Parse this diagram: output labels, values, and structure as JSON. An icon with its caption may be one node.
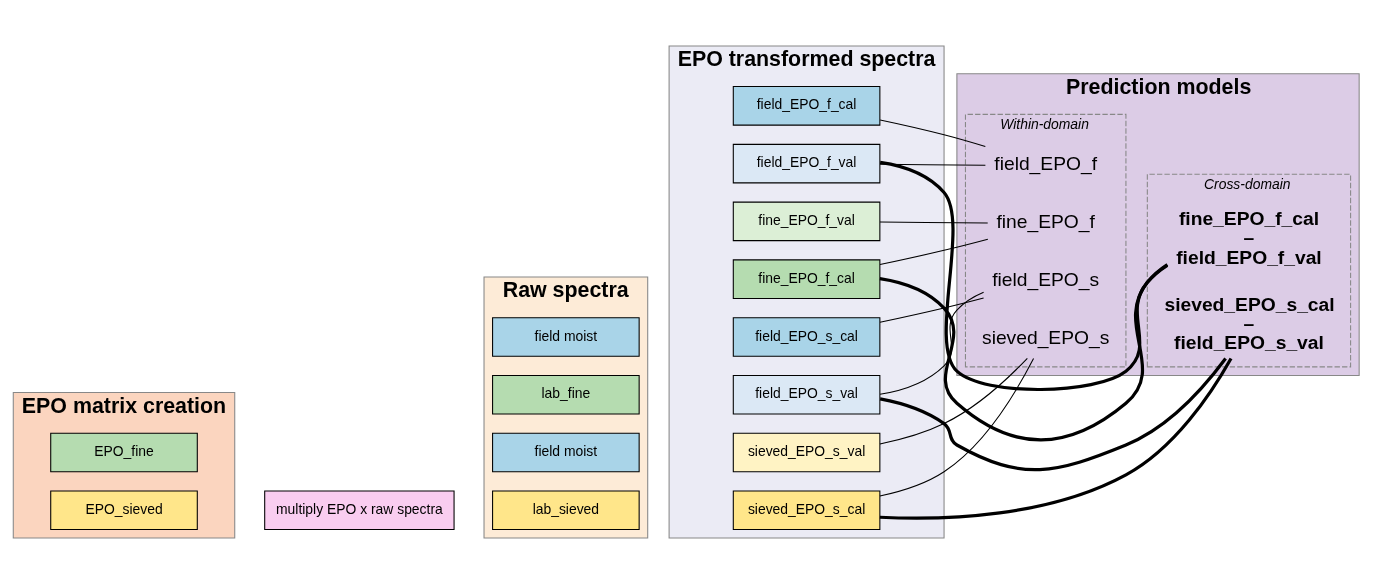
{
  "diagram": {
    "nodes": [
      {
        "text": [
          "EPO matrix creation"
        ]
      },
      {
        "text": [
          "EPO_sieved"
        ],
        "in": 0
      },
      {
        "text": [
          "EPO_fine"
        ],
        "in": 0
      },
      {
        "text": [
          "multiply EPO x raw spectra"
        ]
      },
      {
        "text": [
          "Raw spectra"
        ]
      },
      {
        "text": [
          "lab_sieved"
        ],
        "in": 4
      },
      {
        "text": [
          "field moist"
        ],
        "in": 4
      },
      {
        "text": [
          "lab_fine"
        ],
        "in": 4
      },
      {
        "text": [
          "field moist"
        ],
        "in": 4
      },
      {
        "text": [
          "EPO transformed spectra"
        ]
      },
      {
        "text": [
          "sieved_EPO_s_cal"
        ],
        "in": 9
      },
      {
        "text": [
          "sieved_EPO_s_val"
        ],
        "in": 9
      },
      {
        "text": [
          "field_EPO_s_cal"
        ],
        "in": 9
      },
      {
        "text": [
          "field_EPO_s_val"
        ],
        "in": 9
      },
      {
        "text": [
          "fine_EPO_f_cal"
        ],
        "in": 9
      },
      {
        "text": [
          "fine_EPO_f_val"
        ],
        "in": 9
      },
      {
        "text": [
          "field_EPO_f_cal"
        ],
        "in": 9
      },
      {
        "text": [
          "field_EPO_f_val"
        ],
        "in": 9
      },
      {
        "text": [
          "Prediction models"
        ]
      },
      {
        "text": [
          "Within-domain"
        ],
        "in": 18
      },
      {
        "text": [
          "Cross-domain"
        ],
        "in": 18
      },
      {
        "text": [
          "sieved_EPO_s"
        ],
        "in": 19
      },
      {
        "text": [
          "field_EPO_s"
        ],
        "in": 19
      },
      {
        "text": [
          "fine_EPO_f"
        ],
        "in": 19
      },
      {
        "text": [
          "field_EPO_f"
        ],
        "in": 19
      },
      {
        "text": [
          "sieved_EPO_s_cal – field_EPO_s_val"
        ],
        "in": 20
      },
      {
        "text": [
          "fine_EPO_f_cal – field_EPO_f_val"
        ],
        "in": 20
      }
    ],
    "edges": [
      {
        "from": 10,
        "to": 21,
        "arrow": "none"
      },
      {
        "from": 11,
        "to": 21,
        "arrow": "none"
      },
      {
        "from": 12,
        "to": 22,
        "arrow": "none"
      },
      {
        "from": 13,
        "to": 22,
        "arrow": "none"
      },
      {
        "from": 14,
        "to": 23,
        "arrow": "none"
      },
      {
        "from": 15,
        "to": 23,
        "arrow": "none"
      },
      {
        "from": 16,
        "to": 24,
        "arrow": "none"
      },
      {
        "from": 17,
        "to": 24,
        "arrow": "none"
      },
      {
        "from": 10,
        "to": 25,
        "arrow": "none",
        "style": "thick"
      },
      {
        "from": 13,
        "to": 25,
        "arrow": "none",
        "style": "thick"
      },
      {
        "from": 14,
        "to": 26,
        "arrow": "none",
        "style": "thick"
      },
      {
        "from": 17,
        "to": 26,
        "arrow": "none",
        "style": "thick"
      }
    ]
  }
}
